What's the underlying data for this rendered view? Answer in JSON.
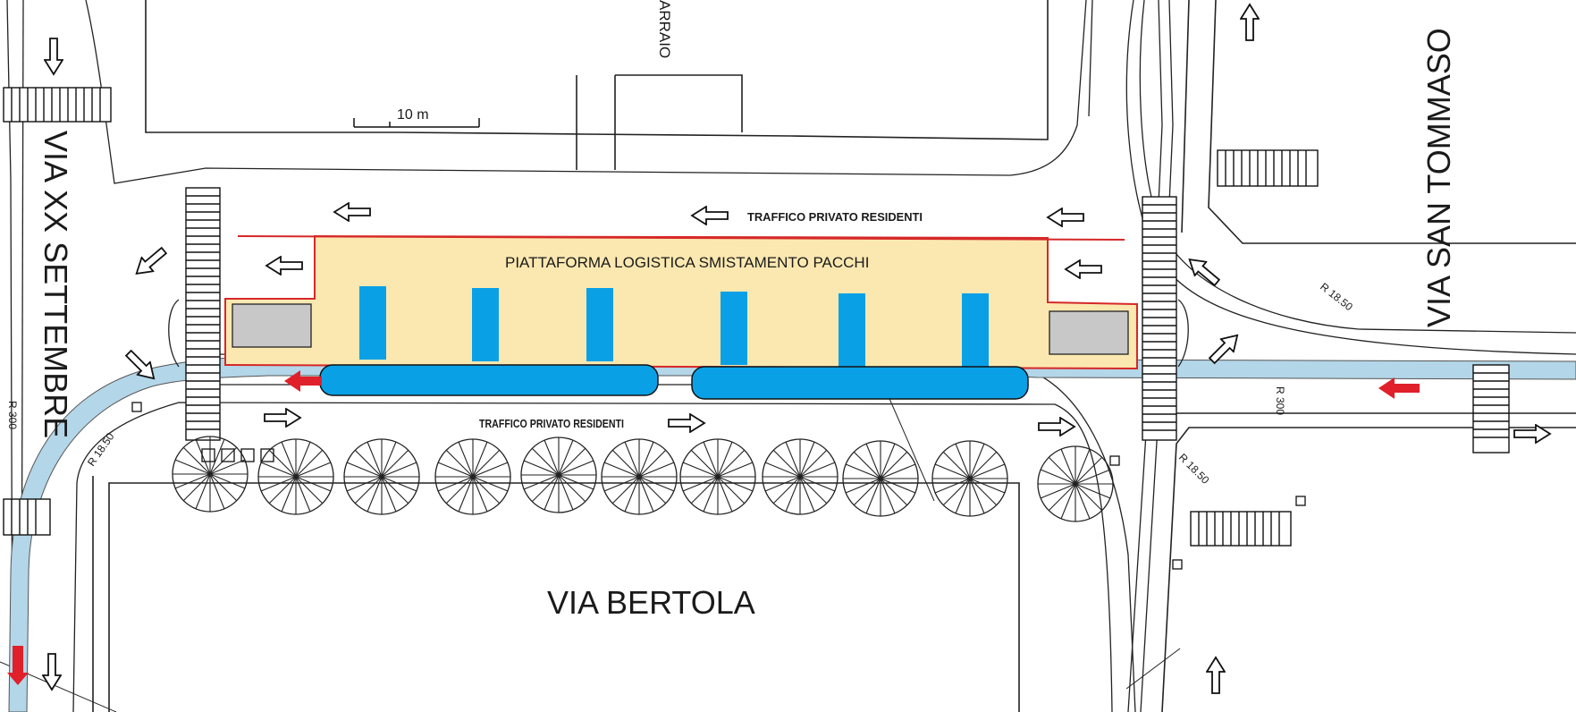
{
  "scale_bar": {
    "label": "10 m"
  },
  "streets": {
    "xx_settembre": "VIA XX SETTEMBRE",
    "san_tommaso": "VIA SAN TOMMASO",
    "bertola": "VIA BERTOLA",
    "top_partial": "ARRAIO"
  },
  "traffic": {
    "north_lane": "TRAFFICO PRIVATO RESIDENTI",
    "south_lane": "TRAFFICO PRIVATO RESIDENTI"
  },
  "platform": {
    "label": "PIATTAFORMA LOGISTICA SMISTAMENTO PACCHI"
  },
  "radii": {
    "r300_left": "R 300",
    "r300_right": "R 300",
    "r1850_left": "R 18.50",
    "r1850_right": "R 18.50",
    "r1850_top": "R 18.50"
  },
  "colors": {
    "platform_fill": "#fbe8b0",
    "platform_border": "#d62828",
    "lane_fill": "#b3d6e8",
    "vehicle_fill": "#0aa0e6",
    "bay_fill": "#c8c8c8",
    "direction_arrow": "#e0202a"
  }
}
